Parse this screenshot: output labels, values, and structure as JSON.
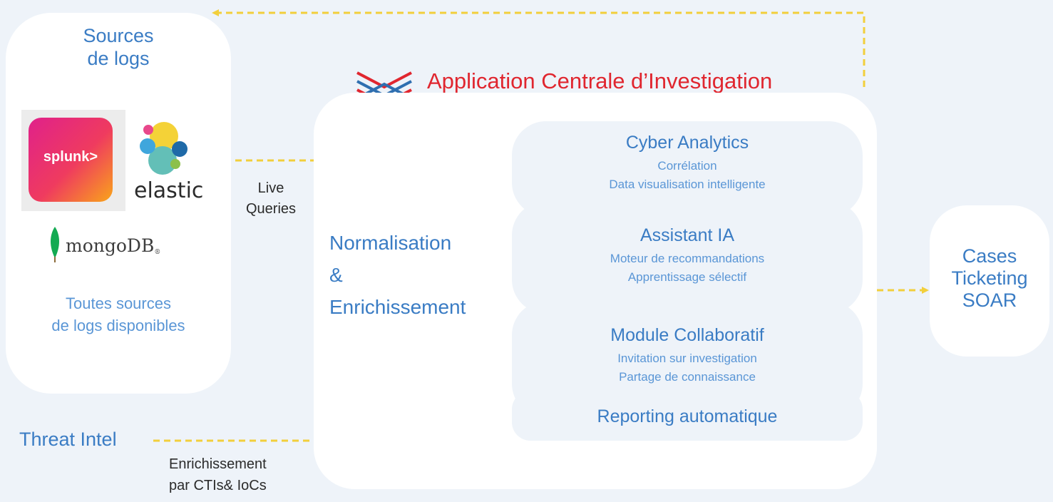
{
  "colors": {
    "background": "#eef3f9",
    "panel": "#ffffff",
    "title_blue": "#3a7cc4",
    "text_lightblue": "#5a96d6",
    "app_title_red": "#e0262f",
    "arrow_yellow": "#f2cf3c"
  },
  "sources": {
    "title_line1": "Sources",
    "title_line2": "de logs",
    "splunk": "splunk>",
    "elastic": "elastic",
    "mongo": "mongoDB",
    "mongo_mark": "®",
    "caption_line1": "Toutes sources",
    "caption_line2": "de logs disponibles"
  },
  "live_queries": {
    "line1": "Live",
    "line2": "Queries"
  },
  "app": {
    "title": "Application Centrale d’Investigation",
    "logo_icon": "stacked-chevrons-icon"
  },
  "normalisation": {
    "line1": "Normalisation",
    "line2": "&",
    "line3": "Enrichissement"
  },
  "modules": [
    {
      "title": "Cyber Analytics",
      "sub1": "Corrélation",
      "sub2": "Data visualisation intelligente"
    },
    {
      "title": "Assistant IA",
      "sub1": "Moteur de recommandations",
      "sub2": "Apprentissage sélectif"
    },
    {
      "title": "Module Collaboratif",
      "sub1": "Invitation sur investigation",
      "sub2": "Partage de connaissance"
    },
    {
      "title": "Reporting automatique"
    }
  ],
  "cases": {
    "line1": "Cases",
    "line2": "Ticketing",
    "line3": "SOAR"
  },
  "threat": {
    "label": "Threat Intel",
    "caption_line1": "Enrichissement",
    "caption_line2": "par CTIs& IoCs"
  }
}
